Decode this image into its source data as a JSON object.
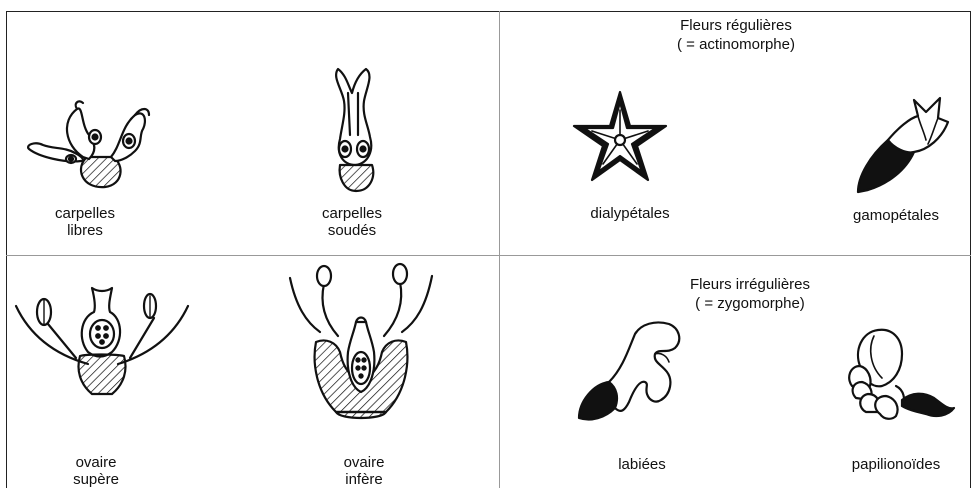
{
  "labels": {
    "carpelles_libres": "carpelles\nlibres",
    "carpelles_soudes": "carpelles\nsoudés",
    "dialypetales": "dialypétales",
    "gamopetales": "gamopétales",
    "ovaire_supere": "ovaire\nsupère",
    "ovaire_infere": "ovaire\ninfère",
    "labiees": "labiées",
    "papilionoides": "papilionoïdes"
  },
  "headings": {
    "regulieres": "Fleurs régulières\n( = actinomorphe)",
    "irregulieres": "Fleurs irrégulières\n( = zygomorphe)"
  },
  "illustrations": [
    "carpelles-libres-drawing",
    "carpelles-soudes-drawing",
    "dialypetale-flower-drawing",
    "gamopetale-flower-drawing",
    "ovaire-supere-drawing",
    "ovaire-infere-drawing",
    "labiee-flower-drawing",
    "papilionoide-flower-drawing"
  ]
}
